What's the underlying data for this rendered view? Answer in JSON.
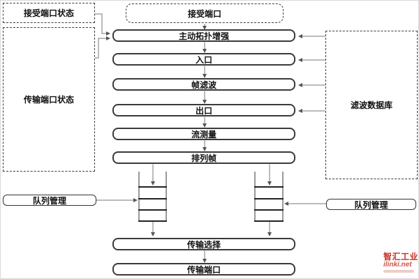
{
  "diagram": {
    "dashed_boxes": {
      "receive_port_status": "接受端口状态",
      "transmit_port_status": "传输端口状态",
      "receive_port": "接受端口",
      "filter_database": "滤波数据库"
    },
    "pipeline": [
      "主动拓扑增强",
      "入口",
      "帧滤波",
      "出口",
      "流测量",
      "排列帧",
      "传输选择",
      "传输端口"
    ],
    "queue_management_left": "队列管理",
    "queue_management_right": "队列管理",
    "queues": {
      "count": 2,
      "cells_per_queue": 3
    }
  },
  "watermark": {
    "brand": "智汇工业",
    "domain": "ilinki.net"
  },
  "colors": {
    "background": "#ffffff",
    "connector_line": "#777777",
    "box_border": "#3a3a3a",
    "queue_cell_line": "#222222",
    "watermark_red": "#c43025"
  }
}
